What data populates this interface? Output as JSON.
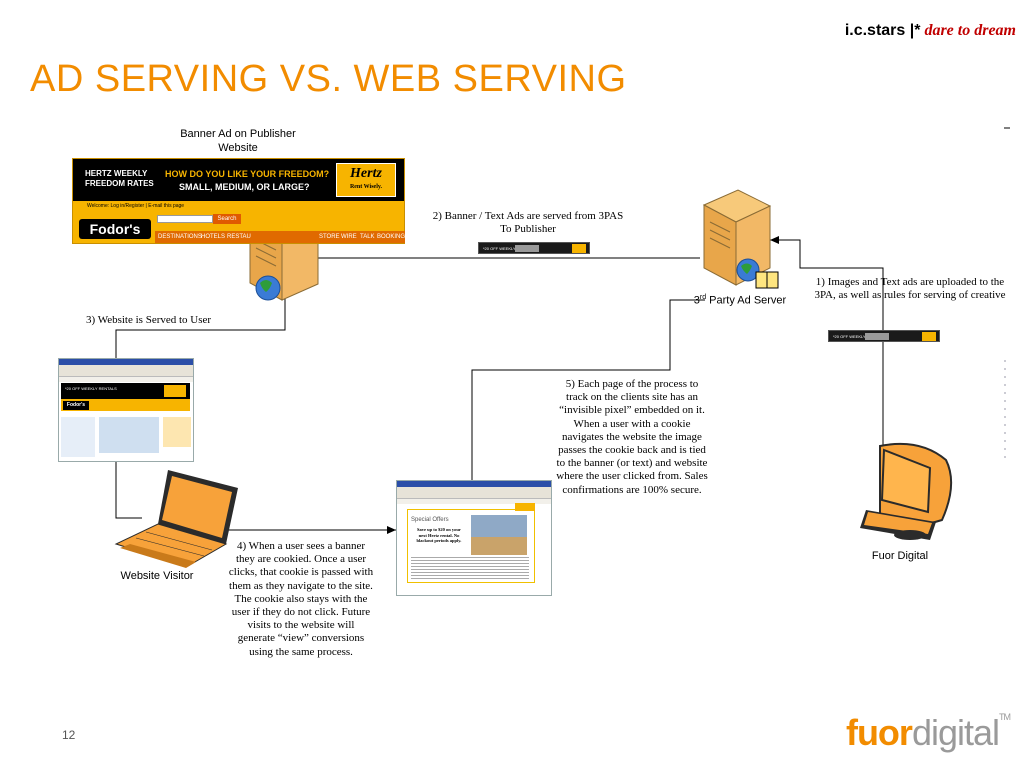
{
  "brand": {
    "name": "i.c.stars |*",
    "tagline": "dare to dream",
    "accent": "#c00000"
  },
  "slide": {
    "title": "AD SERVING VS. WEB SERVING",
    "page_number": "12",
    "title_color": "#f28c00"
  },
  "logo": {
    "part1": "fuor",
    "part2": "digital",
    "mark": "TM"
  },
  "labels": {
    "banner_ad": "Banner Ad on Publisher Website",
    "step1": "1) Images and Text ads are uploaded to the 3PA, as well as rules for serving of creative",
    "step2": "2) Banner / Text Ads are served from 3PAS To Publisher",
    "step3": "3) Website is Served to User",
    "step4": "4) When a user sees a banner they are cookied.  Once a user clicks, that cookie is passed with them as they navigate to the site.  The cookie also stays with the user if they do not click. Future visits to the website will generate “view” conversions using the same process.",
    "step5": "5) Each page of the process to track on the clients site has an “invisible pixel” embedded on it.  When a user with a cookie navigates the website the image passes the cookie back and is tied to the banner (or text) and website where the user clicked from. Sales confirmations are 100% secure.",
    "ad_server_prefix": "3",
    "ad_server_sup": "rd",
    "ad_server_suffix": " Party Ad Server",
    "website_visitor": "Website Visitor",
    "fuor_digital": "Fuor Digital"
  },
  "banner": {
    "weekly": "HERTZ WEEKLY FREEDOM RATES",
    "headline1": "HOW DO YOU LIKE YOUR FREEDOM?",
    "headline2": "SMALL, MEDIUM, OR LARGE?",
    "brand": "Hertz",
    "brand_sub": "Rent Wisely.",
    "welcome": "Welcome: Log in/Register | E-mail this page",
    "search": "Search",
    "site": "Fodor's",
    "nav": [
      "DESTINATIONS",
      "HOTELS",
      "RESTAU",
      "STORE",
      "WIRE",
      "TALK",
      "BOOKING"
    ]
  },
  "strip_ad": {
    "text": "*20 OFF WEEKLY RENTALS"
  },
  "shot1": {
    "ad_text": "*20 OFF WEEKLY RENTALS",
    "site": "Fodor's"
  },
  "shot2": {
    "heading": "Special Offers",
    "offer": "Save up to $20 on your next Hertz rental. No blackout periods apply."
  }
}
